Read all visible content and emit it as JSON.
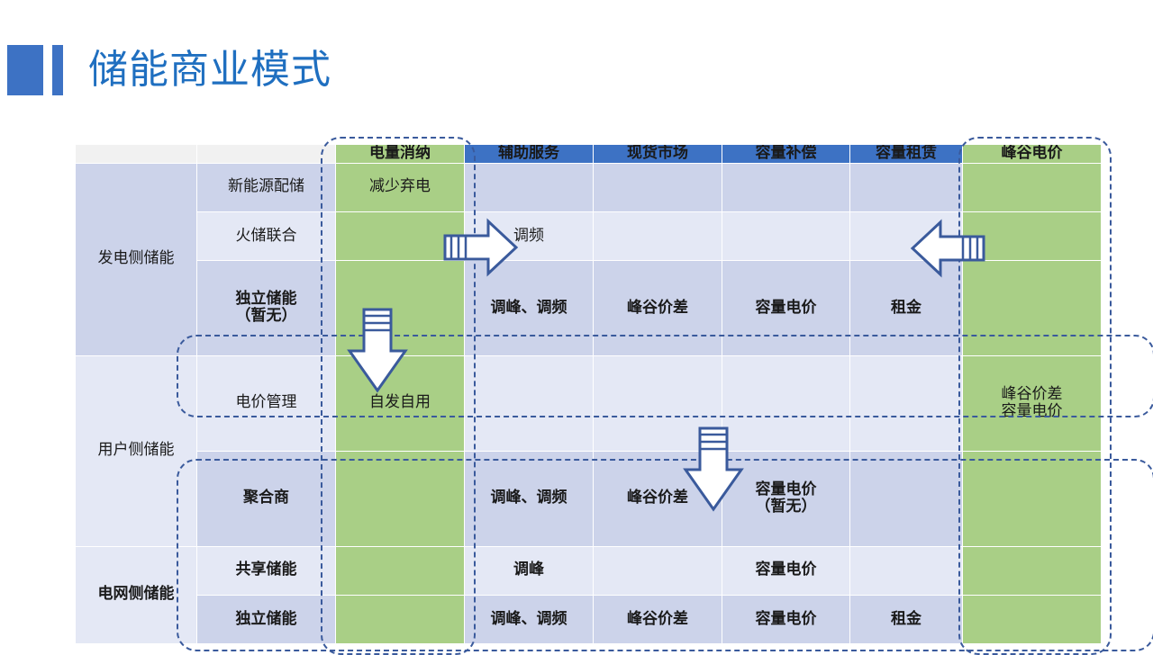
{
  "title": "储能商业模式",
  "colors": {
    "accent_blue": "#3d72c4",
    "title_blue": "#1f6fc0",
    "header_green": "#a9cf86",
    "row_dark": "#ccd3ea",
    "row_light": "#e4e8f5",
    "callout_dash": "#3a5a9c"
  },
  "table": {
    "corner_label_1": "",
    "corner_label_2": "",
    "columns": [
      {
        "key": "consume",
        "label": "电量消纳",
        "style": "green"
      },
      {
        "key": "ancillary",
        "label": "辅助服务",
        "style": "blue"
      },
      {
        "key": "spot",
        "label": "现货市场",
        "style": "blue"
      },
      {
        "key": "capcomp",
        "label": "容量补偿",
        "style": "blue"
      },
      {
        "key": "caplease",
        "label": "容量租赁",
        "style": "blue"
      },
      {
        "key": "peakvalley",
        "label": "峰谷电价",
        "style": "green"
      }
    ],
    "groups": [
      {
        "name": "发电侧储能",
        "bold": false,
        "rows": [
          {
            "label": "新能源配储",
            "bold": false,
            "tint": "dark",
            "cells": [
              "减少弃电",
              "",
              "",
              "",
              "",
              ""
            ]
          },
          {
            "label": "火储联合",
            "bold": false,
            "tint": "light",
            "cells": [
              "",
              "调频",
              "",
              "",
              "",
              ""
            ]
          },
          {
            "label": "独立储能\n（暂无）",
            "bold": true,
            "tint": "dark",
            "cells": [
              "",
              "调峰、调频",
              "峰谷价差",
              "容量电价",
              "租金",
              ""
            ]
          }
        ]
      },
      {
        "name": "用户侧储能",
        "bold": false,
        "rows": [
          {
            "label": "电价管理",
            "bold": false,
            "tint": "light",
            "cells": [
              "自发自用",
              "",
              "",
              "",
              "",
              "峰谷价差\n容量电价"
            ]
          },
          {
            "label": "聚合商",
            "bold": true,
            "tint": "dark",
            "cells": [
              "",
              "调峰、调频",
              "峰谷价差",
              "容量电价\n（暂无）",
              "",
              ""
            ]
          }
        ]
      },
      {
        "name": "电网侧储能",
        "bold": true,
        "rows": [
          {
            "label": "共享储能",
            "bold": true,
            "tint": "light",
            "cells": [
              "",
              "调峰",
              "",
              "容量电价",
              "",
              ""
            ]
          },
          {
            "label": "独立储能",
            "bold": true,
            "tint": "dark",
            "cells": [
              "",
              "调峰、调频",
              "峰谷价差",
              "容量电价",
              "租金",
              ""
            ]
          }
        ]
      }
    ]
  },
  "callouts": [
    {
      "name": "green-column-highlight",
      "target": "电量消纳"
    },
    {
      "name": "peak-valley-column-highlight",
      "target": "峰谷电价"
    },
    {
      "name": "independent-storage-row-highlight",
      "target": "独立储能（暂无）"
    },
    {
      "name": "grid-side-rows-highlight",
      "target": "聚合商 / 共享储能 / 独立储能"
    }
  ],
  "arrows": [
    {
      "name": "arrow-right-from-consume",
      "direction": "right"
    },
    {
      "name": "arrow-down-in-consume",
      "direction": "down"
    },
    {
      "name": "arrow-left-to-peak-valley",
      "direction": "left"
    },
    {
      "name": "arrow-down-to-capacity",
      "direction": "down"
    }
  ]
}
